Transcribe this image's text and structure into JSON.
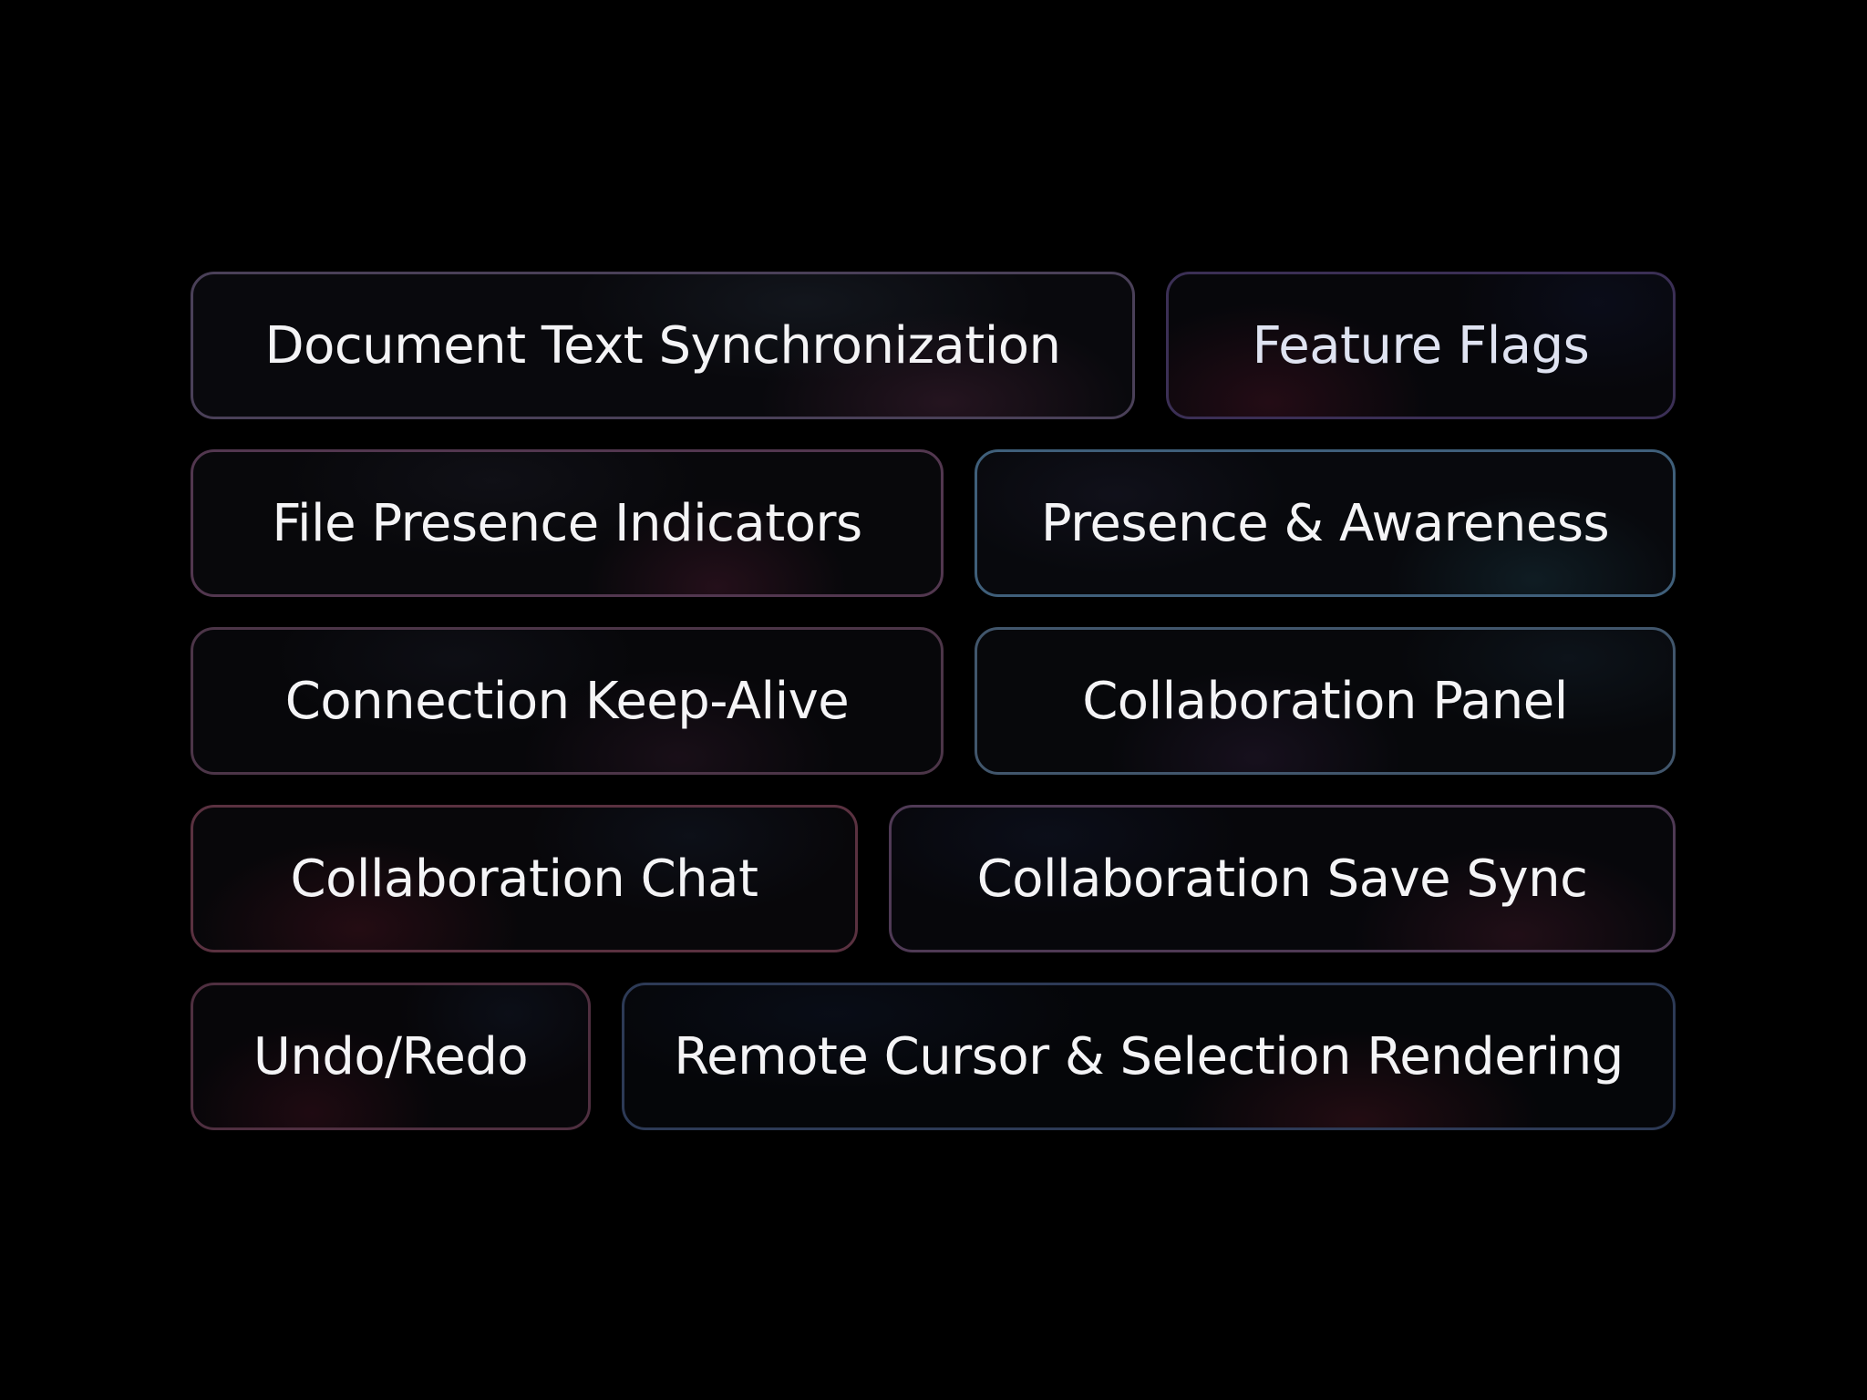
{
  "chips": {
    "document_text_sync": "Document Text Synchronization",
    "feature_flags": "Feature Flags",
    "file_presence_indicators": "File Presence Indicators",
    "presence_awareness": "Presence & Awareness",
    "connection_keep_alive": "Connection Keep-Alive",
    "collaboration_panel": "Collaboration Panel",
    "collaboration_chat": "Collaboration Chat",
    "collaboration_save_sync": "Collaboration Save Sync",
    "undo_redo": "Undo/Redo",
    "remote_cursor_selection": "Remote Cursor & Selection Rendering"
  },
  "colors": {
    "background": "#000000",
    "text": "#f4f4f6",
    "chip_fill": "#07070a"
  }
}
